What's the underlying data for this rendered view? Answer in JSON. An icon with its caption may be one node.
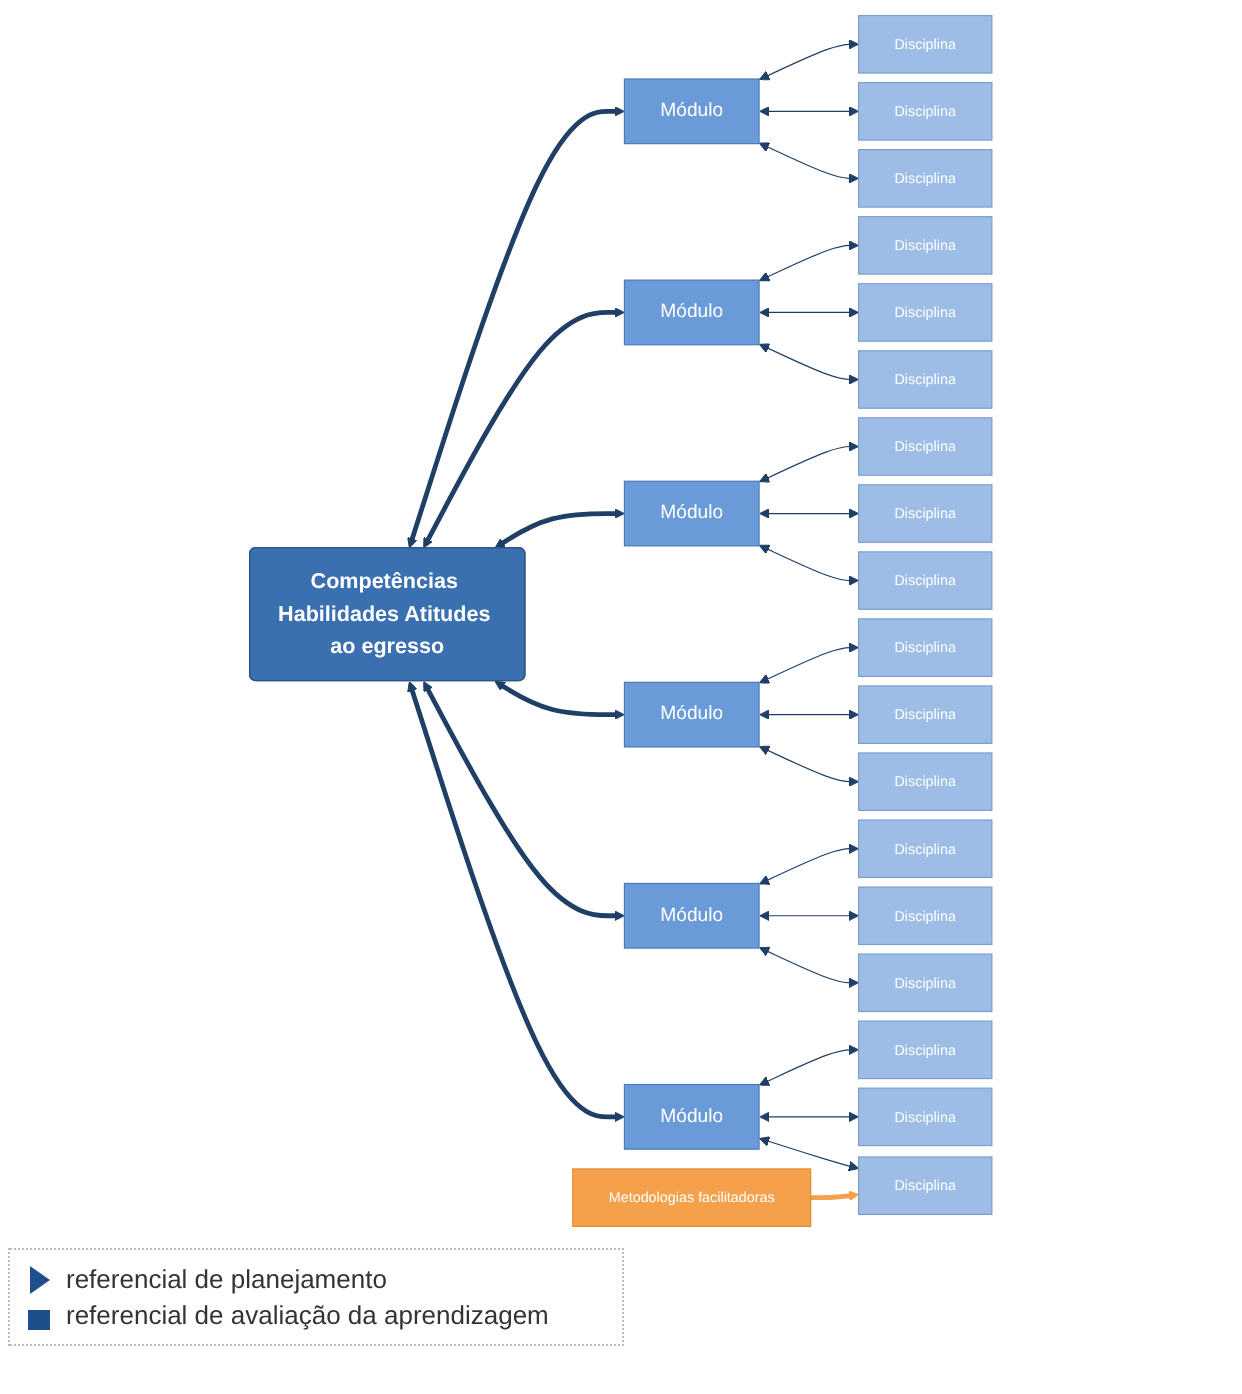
{
  "diagram": {
    "nodes": [
      {
        "text": [
          "Competências Habilidades Atitudes ao egresso"
        ]
      },
      {
        "text": [
          "Módulo"
        ]
      },
      {
        "text": [
          "Disciplina"
        ]
      },
      {
        "text": [
          "Disciplina"
        ]
      },
      {
        "text": [
          "Disciplina"
        ]
      },
      {
        "text": [
          "Módulo"
        ]
      },
      {
        "text": [
          "Disciplina"
        ]
      },
      {
        "text": [
          "Disciplina"
        ]
      },
      {
        "text": [
          "Disciplina"
        ]
      },
      {
        "text": [
          "Módulo"
        ]
      },
      {
        "text": [
          "Disciplina"
        ]
      },
      {
        "text": [
          "Disciplina"
        ]
      },
      {
        "text": [
          "Disciplina"
        ]
      },
      {
        "text": [
          "Módulo"
        ]
      },
      {
        "text": [
          "Disciplina"
        ]
      },
      {
        "text": [
          "Disciplina"
        ]
      },
      {
        "text": [
          "Disciplina"
        ]
      },
      {
        "text": [
          "Módulo"
        ]
      },
      {
        "text": [
          "Disciplina"
        ]
      },
      {
        "text": [
          "Disciplina"
        ]
      },
      {
        "text": [
          "Disciplina"
        ]
      },
      {
        "text": [
          "Módulo"
        ]
      },
      {
        "text": [
          "Disciplina"
        ]
      },
      {
        "text": [
          "Disciplina"
        ]
      },
      {
        "text": [
          "Disciplina"
        ]
      },
      {
        "text": [
          "Metodologias facilitadoras"
        ]
      }
    ],
    "edges": [
      {
        "from": 0,
        "to": 1,
        "arrow": "both",
        "style": "thick"
      },
      {
        "from": 1,
        "to": 2,
        "arrow": "both"
      },
      {
        "from": 1,
        "to": 3,
        "arrow": "both"
      },
      {
        "from": 1,
        "to": 4,
        "arrow": "both"
      },
      {
        "from": 0,
        "to": 5,
        "arrow": "both",
        "style": "thick"
      },
      {
        "from": 5,
        "to": 6,
        "arrow": "both"
      },
      {
        "from": 5,
        "to": 7,
        "arrow": "both"
      },
      {
        "from": 5,
        "to": 8,
        "arrow": "both"
      },
      {
        "from": 0,
        "to": 9,
        "arrow": "both",
        "style": "thick"
      },
      {
        "from": 9,
        "to": 10,
        "arrow": "both"
      },
      {
        "from": 9,
        "to": 11,
        "arrow": "both"
      },
      {
        "from": 9,
        "to": 12,
        "arrow": "both"
      },
      {
        "from": 0,
        "to": 13,
        "arrow": "both",
        "style": "thick"
      },
      {
        "from": 13,
        "to": 14,
        "arrow": "both"
      },
      {
        "from": 13,
        "to": 15,
        "arrow": "both"
      },
      {
        "from": 13,
        "to": 16,
        "arrow": "both"
      },
      {
        "from": 0,
        "to": 17,
        "arrow": "both",
        "style": "thick"
      },
      {
        "from": 17,
        "to": 18,
        "arrow": "both"
      },
      {
        "from": 17,
        "to": 19,
        "arrow": "both"
      },
      {
        "from": 17,
        "to": 20,
        "arrow": "both"
      },
      {
        "from": 0,
        "to": 21,
        "arrow": "both",
        "style": "thick"
      },
      {
        "from": 21,
        "to": 22,
        "arrow": "both"
      },
      {
        "from": 21,
        "to": 23,
        "arrow": "both"
      },
      {
        "from": 21,
        "to": 24,
        "arrow": "both"
      },
      {
        "from": 25,
        "to": 24,
        "arrow": "to",
        "color": "#f5a04a",
        "style": "thick"
      }
    ],
    "legend": [
      {
        "text": "referencial de planejamento"
      },
      {
        "text": "referencial de avaliação da aprendizagem"
      }
    ]
  }
}
